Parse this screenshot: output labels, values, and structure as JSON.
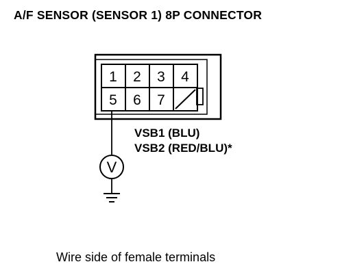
{
  "title": "A/F SENSOR (SENSOR 1) 8P CONNECTOR",
  "connector": {
    "terminals_row1": [
      "1",
      "2",
      "3",
      "4"
    ],
    "terminals_row2": [
      "5",
      "6",
      "7"
    ]
  },
  "wires": {
    "line1": "VSB1 (BLU)",
    "line2": "VSB2 (RED/BLU)*"
  },
  "meter": {
    "symbol": "V"
  },
  "caption": "Wire side of female terminals"
}
